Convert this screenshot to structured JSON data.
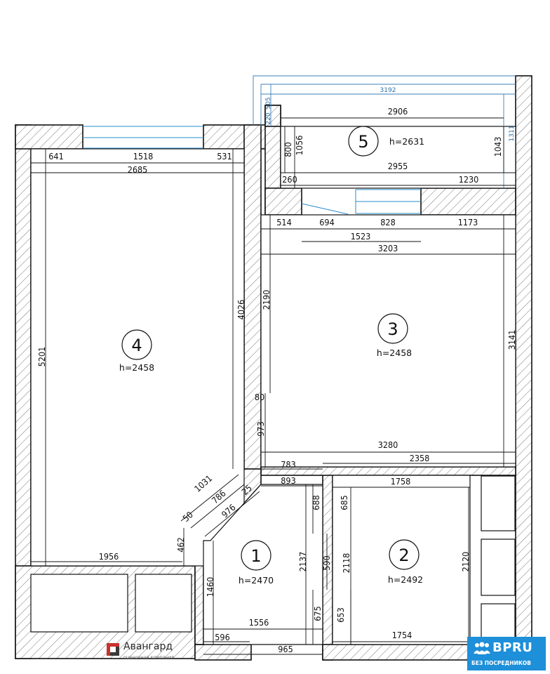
{
  "rooms": [
    {
      "number": "1",
      "height": "h=2470"
    },
    {
      "number": "2",
      "height": "h=2492"
    },
    {
      "number": "3",
      "height": "h=2458"
    },
    {
      "number": "4",
      "height": "h=2458"
    },
    {
      "number": "5",
      "height": "h=2631"
    }
  ],
  "dimensions": {
    "balcony_outer_width": "3192",
    "balcony_outer_depth": "505",
    "balcony_offset": "220",
    "balcony_side": "1311",
    "balcony_top": "2906",
    "balcony_left_800": "800",
    "balcony_left_1056": "1056",
    "balcony_right": "1043",
    "balcony_bottom": "2955",
    "balcony_260": "260",
    "balcony_1230": "1230",
    "r4_641": "641",
    "r4_1518": "1518",
    "r4_531": "531",
    "r4_2685": "2685",
    "r4_5201": "5201",
    "r4_4026": "4026",
    "r4_1956": "1956",
    "r4_462": "462",
    "r4_1031": "1031",
    "r4_786": "786",
    "r4_976": "976",
    "r4_25": "25",
    "r4_50": "50",
    "r3_514": "514",
    "r3_694": "694",
    "r3_828": "828",
    "r3_1173": "1173",
    "r3_1523": "1523",
    "r3_3203": "3203",
    "r3_2190": "2190",
    "r3_3141": "3141",
    "r3_80": "80",
    "r3_973": "973",
    "r3_3280": "3280",
    "r1_783": "783",
    "r1_2358": "2358",
    "r1_893": "893",
    "r1_688": "688",
    "r1_685": "685",
    "r2_1758": "1758",
    "r1_2137": "2137",
    "r1_590": "590",
    "r1_2118": "2118",
    "r2_2120": "2120",
    "r1_1460": "1460",
    "r1_675": "675",
    "r1_653": "653",
    "r1_1556": "1556",
    "r2_1754": "1754",
    "r1_596": "596",
    "r1_965": "965"
  },
  "logo": {
    "name": "Авангард",
    "tagline": "оценочная компания"
  },
  "badge": {
    "name": "BPRU",
    "tagline": "БЕЗ ПОСРЕДНИКОВ"
  },
  "colors": {
    "wall": "#111111",
    "window": "#2a8cc9",
    "badge": "#1e8fd9"
  }
}
